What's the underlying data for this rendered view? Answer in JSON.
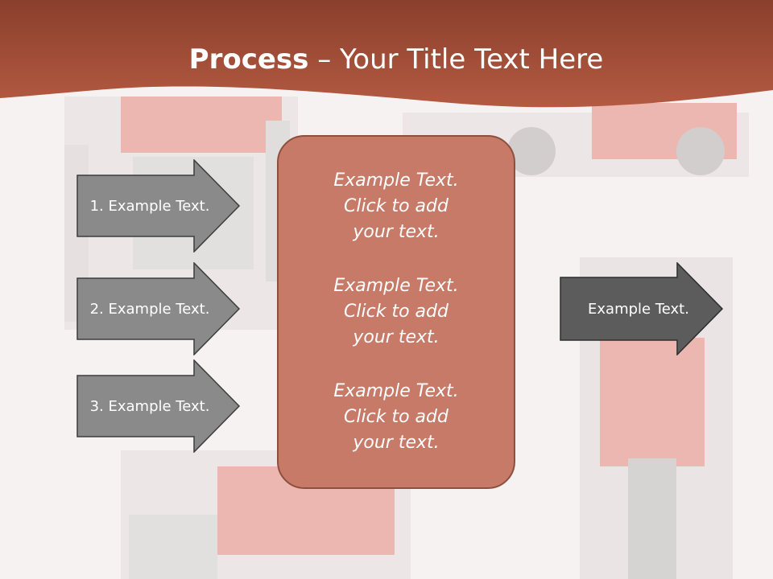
{
  "title": {
    "bold": "Process",
    "dash": " – ",
    "rest": "Your Title Text Here"
  },
  "left_steps": [
    {
      "label": "1. Example Text."
    },
    {
      "label": "2. Example Text."
    },
    {
      "label": "3. Example Text."
    }
  ],
  "center_panel": {
    "blocks": [
      "Example Text.\nClick  to add\nyour text.",
      "Example Text.\nClick  to add\nyour text.",
      "Example Text.\nClick  to add\nyour text."
    ]
  },
  "right_step": {
    "label": "Example Text."
  },
  "colors": {
    "header": "#a0513c",
    "panel": "#c77a68",
    "arrow_light": "#8a8a8a",
    "arrow_dark": "#5c5c5c"
  }
}
